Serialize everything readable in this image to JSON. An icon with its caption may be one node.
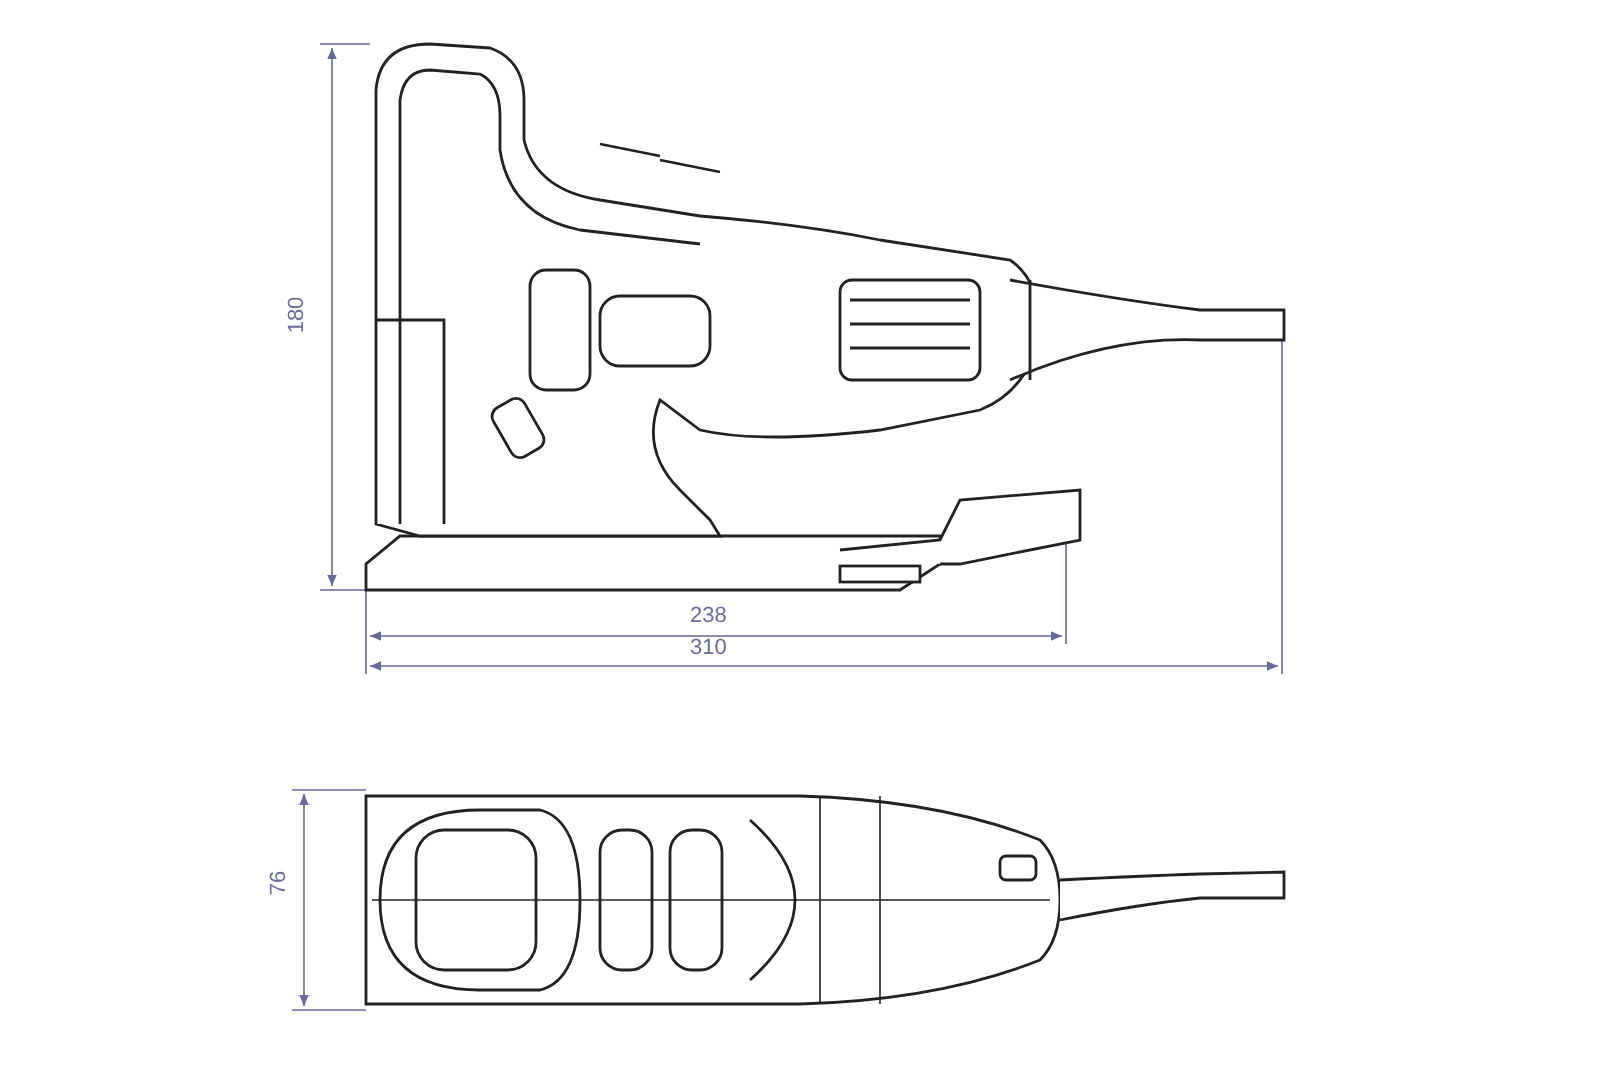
{
  "diagram": {
    "labels": [
      "180",
      "238",
      "310",
      "76"
    ]
  }
}
